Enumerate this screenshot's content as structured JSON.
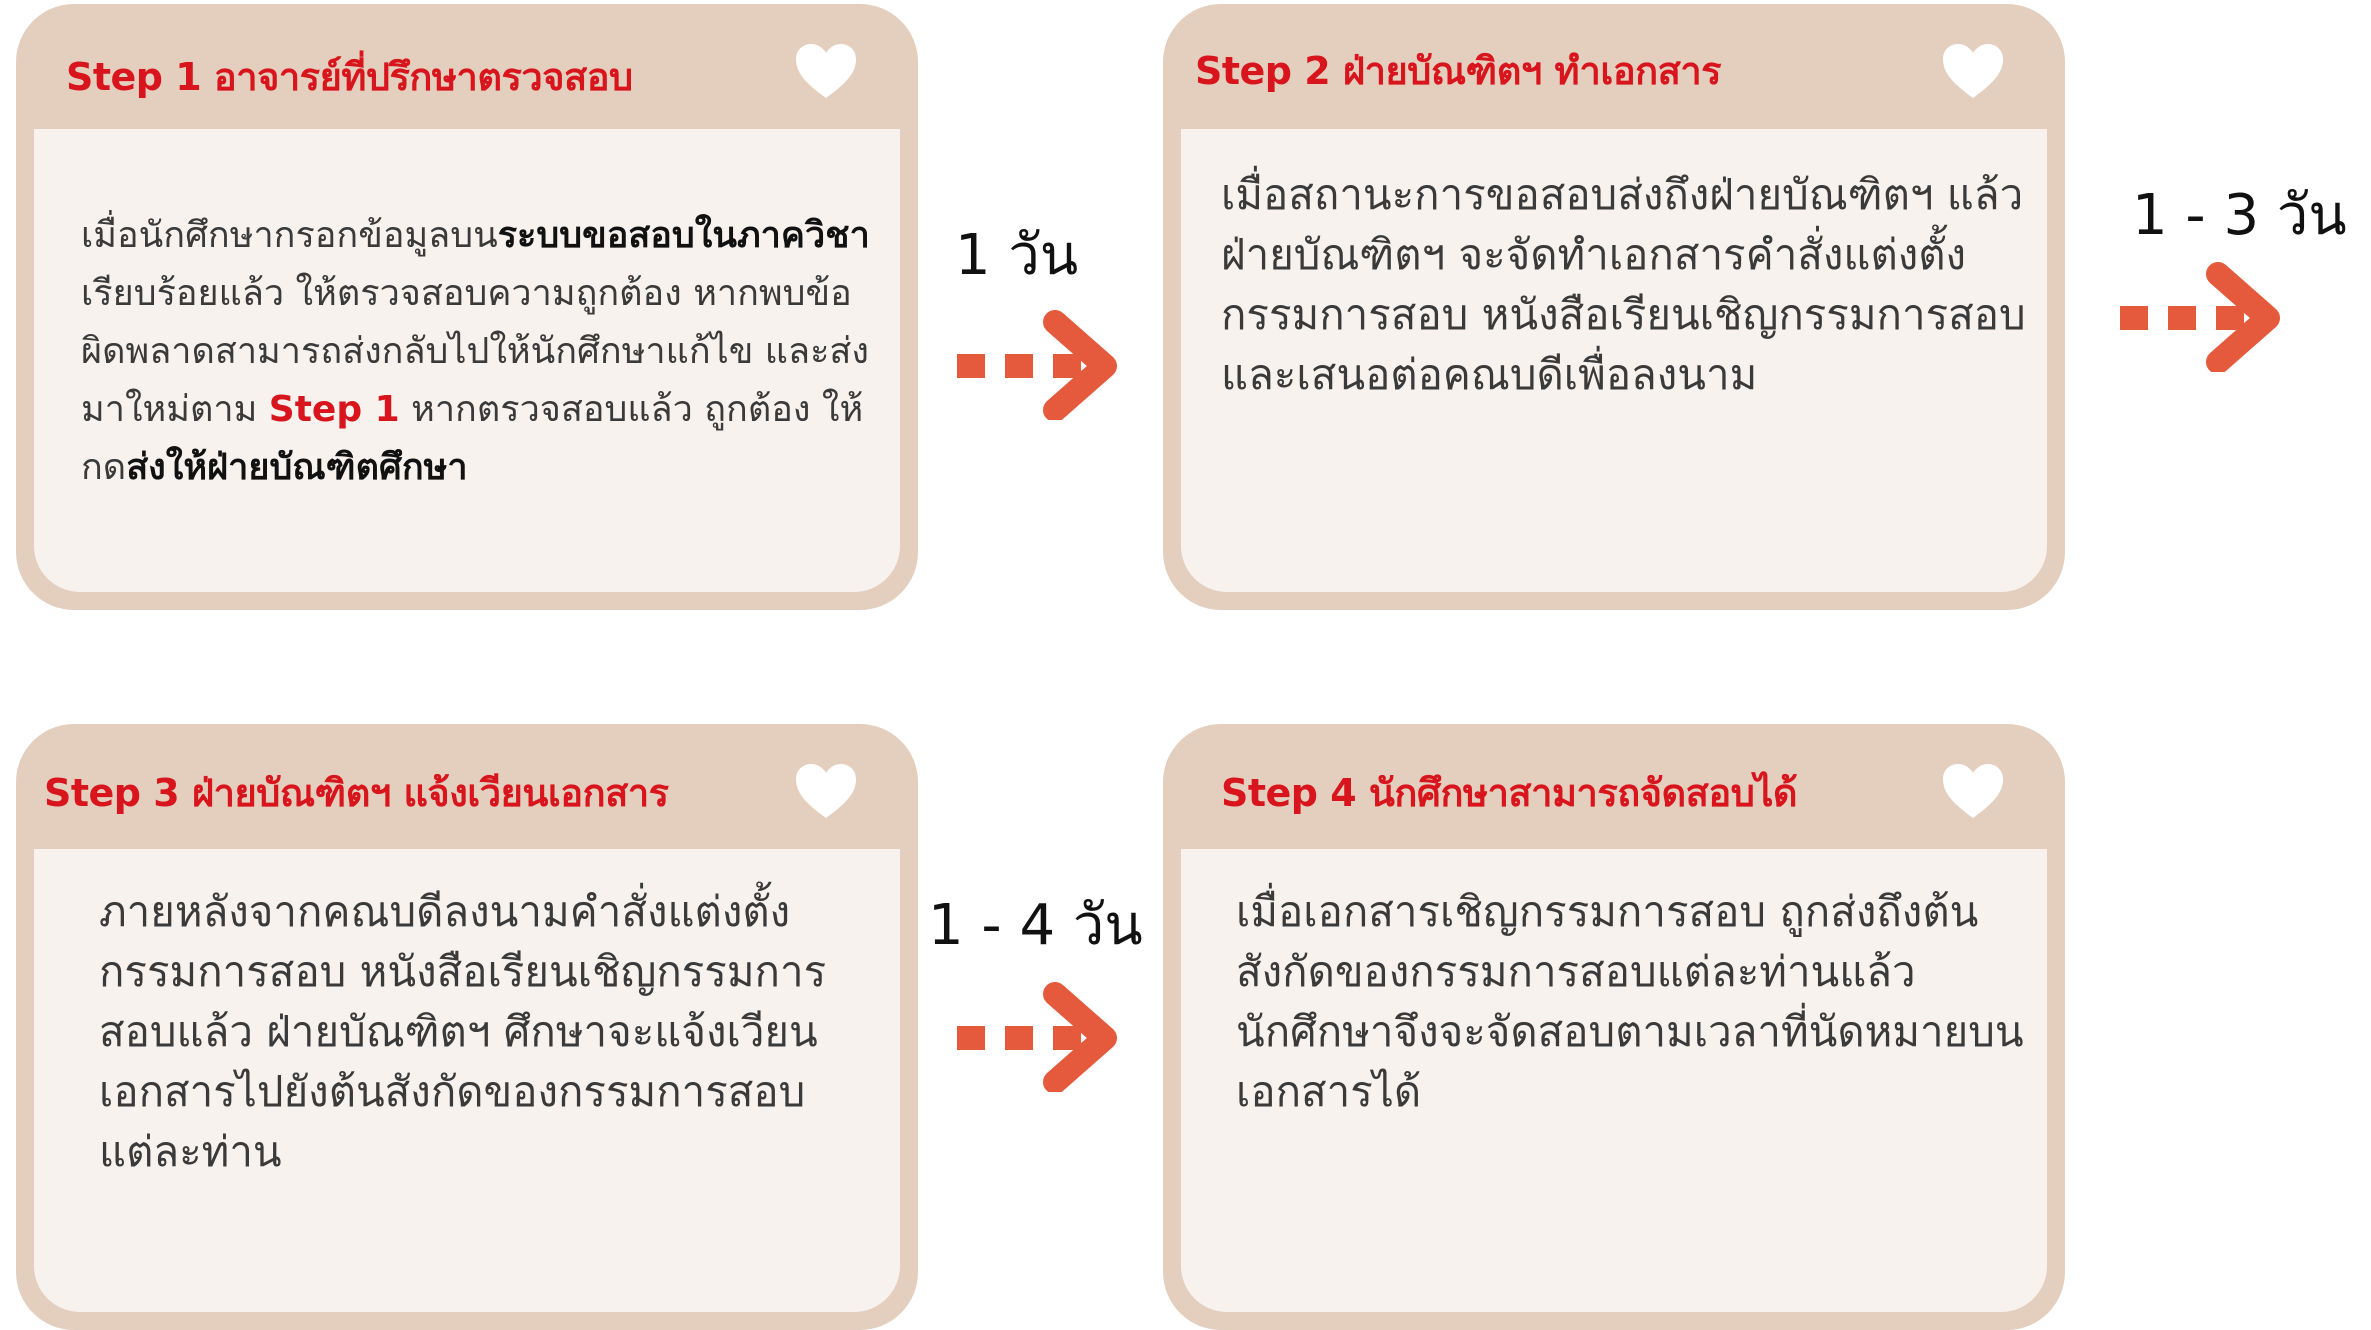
{
  "steps": [
    {
      "title": "Step 1  อาจารย์ที่ปรึกษาตรวจสอบ",
      "body_parts": [
        {
          "text": "เมื่อนักศึกษากรอกข้อมูลบน",
          "style": "normal"
        },
        {
          "text": "ระบบขอสอบในภาควิชา",
          "style": "bold"
        },
        {
          "text": " เรียบร้อยแล้ว ให้ตรวจสอบความถูกต้อง หากพบข้อผิดพลาดสามารถส่งกลับไปให้นักศึกษาแก้ไข และส่งมาใหม่ตาม ",
          "style": "normal"
        },
        {
          "text": "Step 1",
          "style": "red"
        },
        {
          "text": " หากตรวจสอบแล้ว ถูกต้อง ให้กด",
          "style": "normal"
        },
        {
          "text": "ส่งให้ฝ่ายบัณฑิตศึกษา",
          "style": "bold"
        }
      ]
    },
    {
      "title": "Step 2 ฝ่ายบัณฑิตฯ ทำเอกสาร",
      "body": "เมื่อสถานะการขอสอบส่งถึงฝ่ายบัณฑิตฯ แล้ว ฝ่ายบัณฑิตฯ จะจัดทำเอกสารคำสั่งแต่งตั้งกรรมการสอบ หนังสือเรียนเชิญกรรมการสอบ และเสนอต่อคณบดีเพื่อลงนาม"
    },
    {
      "title": "Step 3 ฝ่ายบัณฑิตฯ แจ้งเวียนเอกสาร",
      "body": "ภายหลังจากคณบดีลงนามคำสั่งแต่งตั้งกรรมการสอบ หนังสือเรียนเชิญกรรมการสอบแล้ว ฝ่ายบัณฑิตฯ ศึกษาจะแจ้งเวียนเอกสารไปยังต้นสังกัดของกรรมการสอบแต่ละท่าน"
    },
    {
      "title": "Step 4 นักศึกษาสามารถจัดสอบได้",
      "body": "เมื่อเอกสารเชิญกรรมการสอบ ถูกส่งถึงต้นสังกัดของกรรมการสอบแต่ละท่านแล้ว นักศึกษาจึงจะจัดสอบตามเวลาที่นัดหมายบนเอกสารได้"
    }
  ],
  "durations": {
    "step1_to_2": "1 วัน",
    "step2_to_3": "1 - 3 วัน",
    "step3_to_4": "1 - 4 วัน"
  },
  "icons": {
    "card_icon": "heart-icon",
    "connector_icon": "dashed-arrow-right-icon"
  },
  "colors": {
    "card_frame": "#e4cfbf",
    "card_body": "#f7f2ee",
    "title_red": "#d8141c",
    "arrow_orange": "#e55a3c",
    "heart_fill": "#ffffff"
  }
}
